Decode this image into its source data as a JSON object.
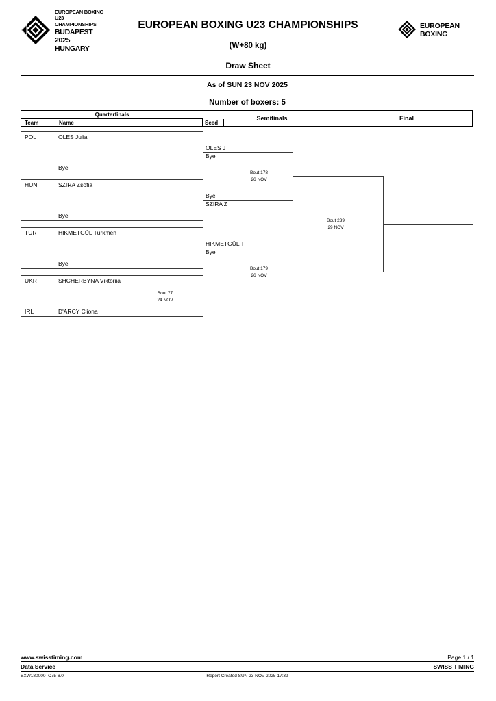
{
  "header": {
    "event_logo_line1": "EUROPEAN BOXING",
    "event_logo_line2": "U23 CHAMPIONSHIPS",
    "event_logo_line3": "BUDAPEST 2025",
    "event_logo_line4": "HUNGARY",
    "federation_logo_line1": "EUROPEAN",
    "federation_logo_line2": "BOXING",
    "title": "EUROPEAN BOXING U23 CHAMPIONSHIPS",
    "weight_class": "(W+80 kg)",
    "document_type": "Draw Sheet",
    "as_of": "As of SUN 23 NOV 2025",
    "number_of_boxers": "Number of boxers: 5"
  },
  "columns": {
    "quarterfinals": "Quarterfinals",
    "team": "Team",
    "name": "Name",
    "seed": "Seed",
    "semifinals": "Semifinals",
    "final": "Final"
  },
  "quarterfinals": [
    {
      "top": {
        "team": "POL",
        "name": "OLES Julia",
        "seed": ""
      },
      "bottom": {
        "team": "",
        "name": "Bye",
        "seed": ""
      },
      "bout": "",
      "date": ""
    },
    {
      "top": {
        "team": "HUN",
        "name": "SZIRA Zsófia",
        "seed": ""
      },
      "bottom": {
        "team": "",
        "name": "Bye",
        "seed": ""
      },
      "bout": "",
      "date": ""
    },
    {
      "top": {
        "team": "TUR",
        "name": "HIKMETGÜL Türkmen",
        "seed": ""
      },
      "bottom": {
        "team": "",
        "name": "Bye",
        "seed": ""
      },
      "bout": "",
      "date": ""
    },
    {
      "top": {
        "team": "UKR",
        "name": "SHCHERBYNA Viktoriia",
        "seed": ""
      },
      "bottom": {
        "team": "IRL",
        "name": "D'ARCY Cliona",
        "seed": ""
      },
      "bout": "Bout  77",
      "date": "24 NOV"
    }
  ],
  "semifinals": [
    {
      "top_upper": "OLES J",
      "top_lower": "Bye",
      "bottom_upper": "Bye",
      "bottom_lower": "SZIRA Z",
      "bout": "Bout  178",
      "date": "26 NOV"
    },
    {
      "top_upper": "HIKMETGÜL T",
      "top_lower": "Bye",
      "bottom_upper": "",
      "bottom_lower": "",
      "bout": "Bout  179",
      "date": "26 NOV"
    }
  ],
  "final": {
    "bout": "Bout  239",
    "date": "29 NOV"
  },
  "footer": {
    "website": "www.swisstiming.com",
    "data_service": "Data Service",
    "report_code": "BXW180000_C75 6.0",
    "report_created": "Report Created  SUN 23 NOV 2025 17:39",
    "page": "Page 1 / 1",
    "company": "SWISS TIMING"
  }
}
